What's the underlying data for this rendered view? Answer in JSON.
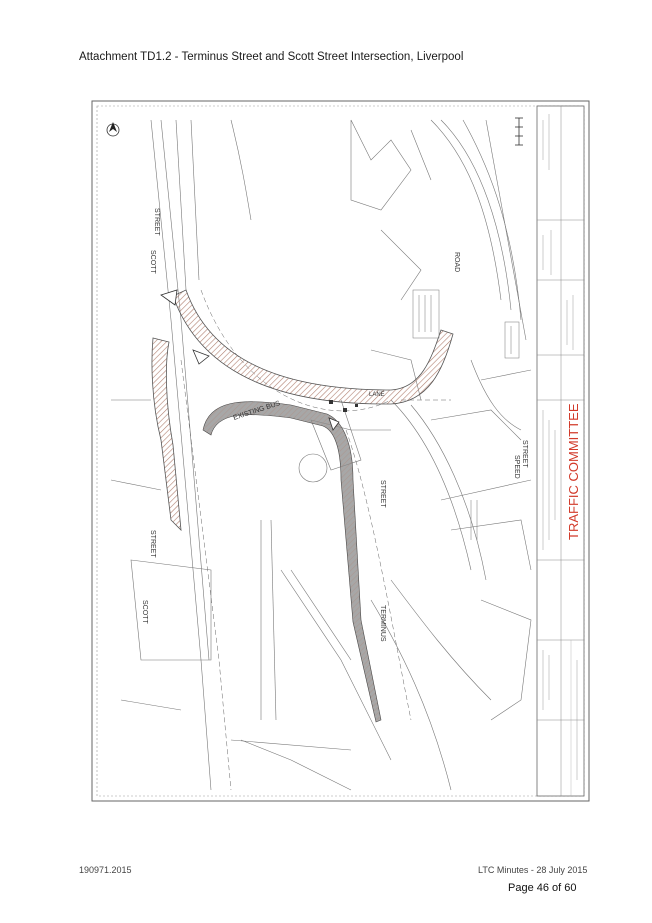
{
  "document": {
    "title": "Attachment TD1.2 - Terminus Street and Scott Street Intersection, Liverpool"
  },
  "drawing": {
    "street_labels": {
      "scott": "SCOTT",
      "street_top": "STREET",
      "existing_bus": "EXISTING BUS",
      "terminus": "TERMINUS",
      "street_mid": "STREET",
      "speed": "SPEED",
      "street_right": "STREET",
      "road": "ROAD",
      "lane": "LANE",
      "scott_left": "SCOTT",
      "street_left": "STREET"
    },
    "title_block": {
      "stamp": "TRAFFIC COMMITTEE"
    },
    "colors": {
      "linework": "#555555",
      "hatch": "#b08070",
      "bus_lane": "#8a8a8a",
      "stamp": "#d23a2a"
    }
  },
  "footer": {
    "reference": "190971.2015",
    "meeting": "LTC Minutes - 28 July 2015",
    "page": "Page 46 of 60"
  }
}
